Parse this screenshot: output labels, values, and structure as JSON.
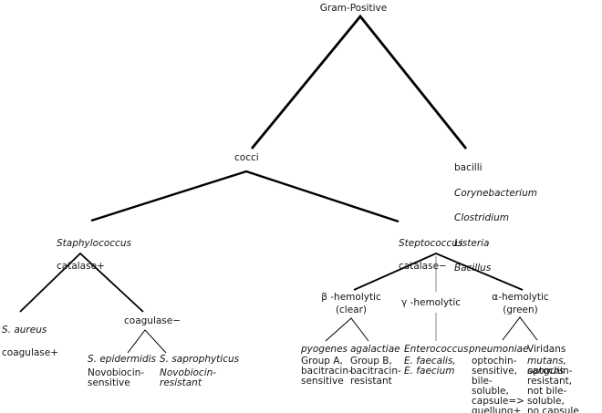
{
  "tree": {
    "root": "Gram-Positive",
    "cocci": {
      "label": "cocci"
    },
    "bacilli": {
      "label": "bacilli",
      "genera": [
        "Corynebacterium",
        "Clostridium",
        "Listeria",
        "Bacillus"
      ]
    },
    "staphylococcus": {
      "name": "Staphylococcus",
      "test": "catalase+",
      "aureus": {
        "name": "S. aureus",
        "trait": "coagulase+"
      },
      "coagulase_negative": {
        "label": "coagulase−",
        "epidermidis": {
          "name": "S. epidermidis",
          "trait": "Novobiocin-\nsensitive"
        },
        "saprophyticus": {
          "name": "S. saprophyticus",
          "trait": "Novobiocin-\nresistant"
        }
      }
    },
    "streptococcus": {
      "name": "Steptococcus",
      "test": "catalase−",
      "beta": {
        "label": "β -hemolytic\n(clear)",
        "pyogenes": {
          "name": "pyogenes",
          "trait": "Group A,\nbacitracin-\nsensitive"
        },
        "agalactiae": {
          "name": "agalactiae",
          "trait": "Group B,\nbacitracin-\nresistant"
        }
      },
      "gamma": {
        "label": "γ -hemolytic",
        "enterococcus": {
          "name": "Enterococcus",
          "species": "E. faecalis,\nE. faecium"
        }
      },
      "alpha": {
        "label": "α-hemolytic\n(green)",
        "pneumoniae": {
          "name": "pneumoniae",
          "trait": "optochin-\nsensitive,\nbile-\nsoluble,\ncapsule=>\nquellung+"
        },
        "viridans": {
          "name": "Viridans",
          "species": "mutans, sanguis",
          "trait": "optochin-\nresistant,\nnot bile-soluble,\nno capsule"
        }
      }
    }
  },
  "colors": {
    "line": "#000000",
    "gamma_line": "#999999",
    "text": "#141414"
  }
}
